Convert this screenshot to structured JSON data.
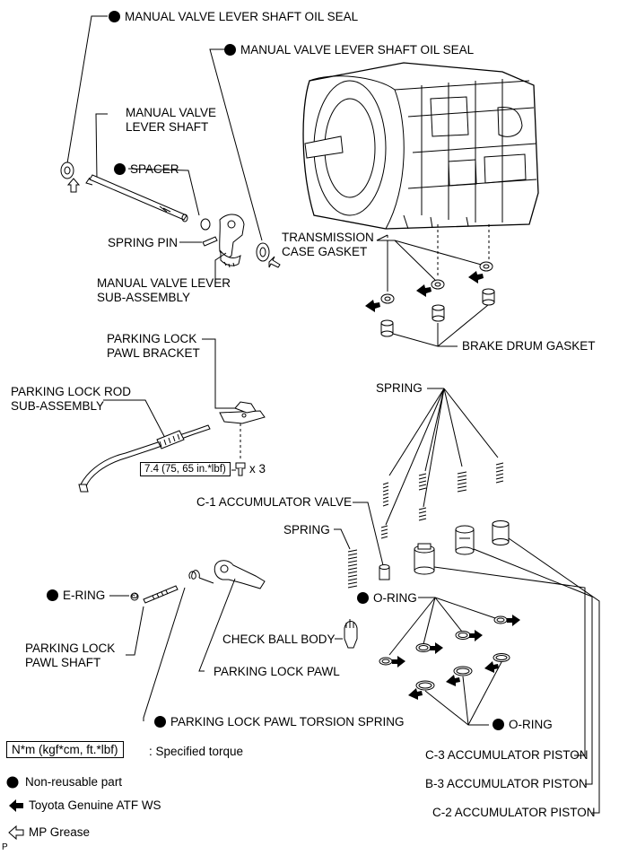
{
  "labels": {
    "oil_seal_1": "MANUAL VALVE LEVER SHAFT OIL SEAL",
    "oil_seal_2": "MANUAL VALVE LEVER SHAFT OIL SEAL",
    "lever_shaft": "MANUAL VALVE\nLEVER SHAFT",
    "spacer": "SPACER",
    "spring_pin": "SPRING PIN",
    "lever_sub": "MANUAL VALVE LEVER\nSUB-ASSEMBLY",
    "case_gasket": "TRANSMISSION\nCASE GASKET",
    "brake_drum_gasket": "BRAKE DRUM GASKET",
    "pawl_bracket": "PARKING LOCK\nPAWL BRACKET",
    "lock_rod": "PARKING LOCK ROD\nSUB-ASSEMBLY",
    "torque_value": "7.4 (75, 65 in.*lbf)",
    "torque_qty": "x 3",
    "spring_top": "SPRING",
    "c1_valve": "C-1 ACCUMULATOR VALVE",
    "spring_left": "SPRING",
    "e_ring": "E-RING",
    "oring_1": "O-RING",
    "check_ball": "CHECK BALL BODY",
    "pawl_shaft": "PARKING LOCK\nPAWL SHAFT",
    "pawl": "PARKING LOCK PAWL",
    "torsion_spring": "PARKING LOCK PAWL TORSION SPRING",
    "oring_2": "O-RING",
    "c3_piston": "C-3 ACCUMULATOR PISTON",
    "b3_piston": "B-3 ACCUMULATOR PISTON",
    "c2_piston": "C-2 ACCUMULATOR PISTON"
  },
  "legend": {
    "torque_box": "N*m (kgf*cm, ft.*lbf)",
    "torque_text": ": Specified torque",
    "non_reusable": "Non-reusable part",
    "atf": "Toyota Genuine ATF WS",
    "grease": "MP Grease"
  },
  "corner_mark": "P"
}
